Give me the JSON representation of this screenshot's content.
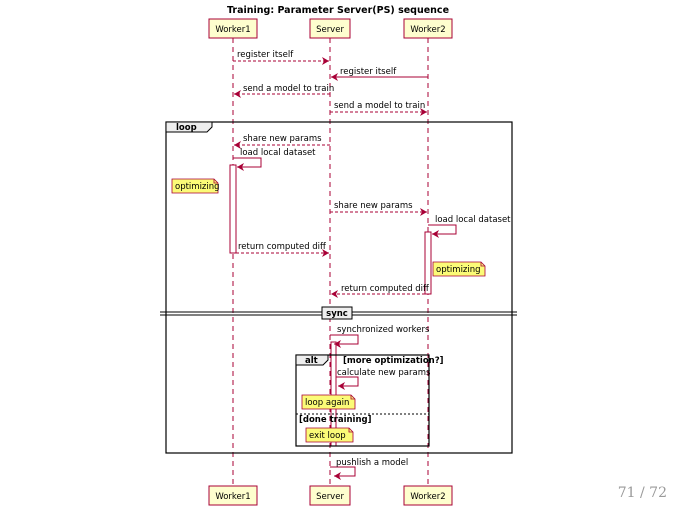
{
  "diagram": {
    "title": "Training: Parameter Server(PS) sequence",
    "participants": [
      "Worker1",
      "Server",
      "Worker2"
    ],
    "messages": [
      {
        "text": "register itself",
        "from": "Worker1",
        "to": "Server"
      },
      {
        "text": "register itself",
        "from": "Worker2",
        "to": "Server"
      },
      {
        "text": "send a model to train",
        "from": "Server",
        "to": "Worker1"
      },
      {
        "text": "send a model to train",
        "from": "Server",
        "to": "Worker2"
      },
      {
        "text": "share new params",
        "from": "Server",
        "to": "Worker1"
      },
      {
        "text": "load local dataset",
        "from": "Worker1",
        "to": "Worker1"
      },
      {
        "text": "share new params",
        "from": "Server",
        "to": "Worker2"
      },
      {
        "text": "load local dataset",
        "from": "Worker2",
        "to": "Worker2"
      },
      {
        "text": "return computed diff",
        "from": "Worker1",
        "to": "Server"
      },
      {
        "text": "return computed diff",
        "from": "Worker2",
        "to": "Server"
      },
      {
        "text": "synchronized workers",
        "from": "Server",
        "to": "Server"
      },
      {
        "text": "calculate new params",
        "from": "Server",
        "to": "Server"
      },
      {
        "text": "pushlish a model",
        "from": "Server",
        "to": "Server"
      }
    ],
    "notes": {
      "optimizing_1": "optimizing",
      "optimizing_2": "optimizing",
      "loop_again": "loop again",
      "exit_loop": "exit loop"
    },
    "loop_label": "loop",
    "divider_label": "sync",
    "alt_label": "alt",
    "alt_cond1": "[more optimization?]",
    "alt_cond2": "[done training]",
    "colors": {
      "participant_fill": "#FEFECE",
      "participant_border": "#A80036",
      "lifeline": "#A80036",
      "note_fill": "#FBFB77",
      "frame_border": "#000000"
    }
  },
  "page_number": "71 / 72"
}
